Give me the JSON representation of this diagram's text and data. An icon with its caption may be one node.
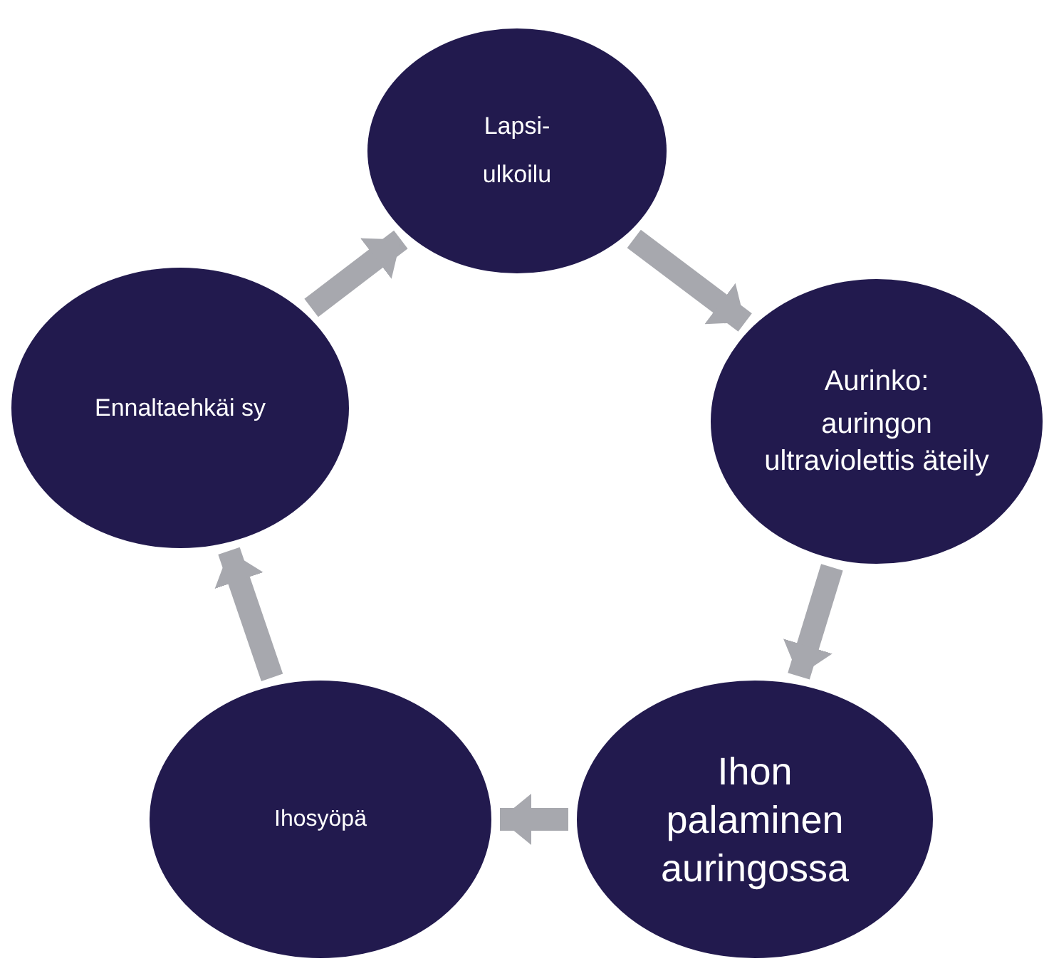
{
  "diagram": {
    "nodes": [
      {
        "text": [
          "Lapsi- ulkoilu"
        ]
      },
      {
        "text": [
          "Aurinko:",
          "auringon ultraviolettis äteily"
        ]
      },
      {
        "text": [
          "Ihon palaminen auringossa"
        ]
      },
      {
        "text": [
          "Ihosyöpä"
        ]
      },
      {
        "text": [
          "Ennaltaehkäi sy"
        ]
      }
    ],
    "edges": [
      {
        "from": 0,
        "to": 1,
        "arrow": "to"
      },
      {
        "from": 1,
        "to": 2,
        "arrow": "to"
      },
      {
        "from": 2,
        "to": 3,
        "arrow": "to"
      },
      {
        "from": 3,
        "to": 4,
        "arrow": "to"
      },
      {
        "from": 4,
        "to": 0,
        "arrow": "to"
      }
    ]
  }
}
